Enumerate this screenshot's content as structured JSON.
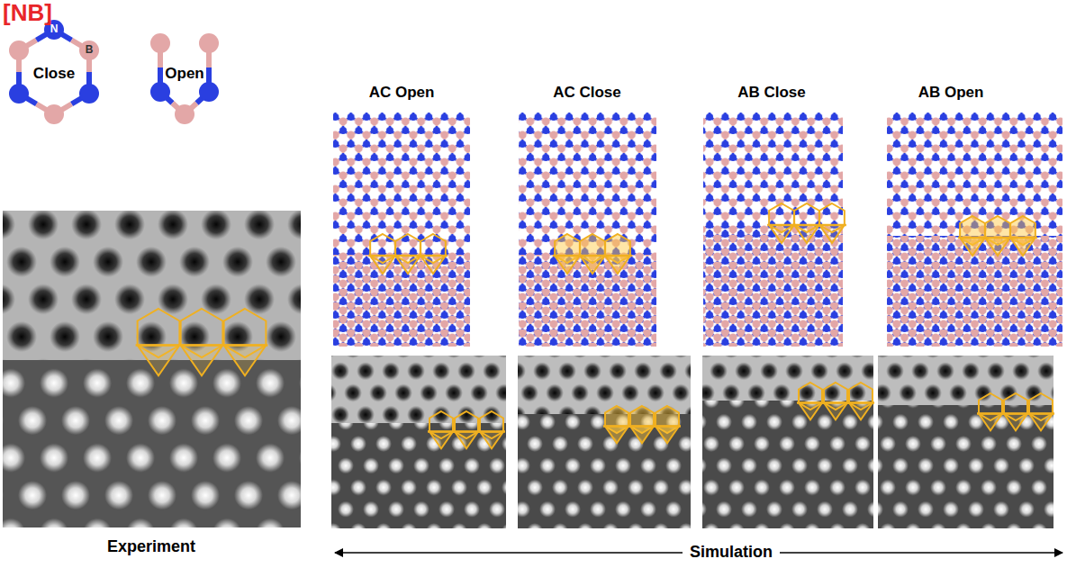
{
  "diagram": {
    "labels": [
      "[NB]",
      "N",
      "B",
      "Close",
      "Open",
      "AC Open",
      "AC Close",
      "AB Close",
      "AB Open",
      "Experiment",
      "Simulation"
    ]
  }
}
